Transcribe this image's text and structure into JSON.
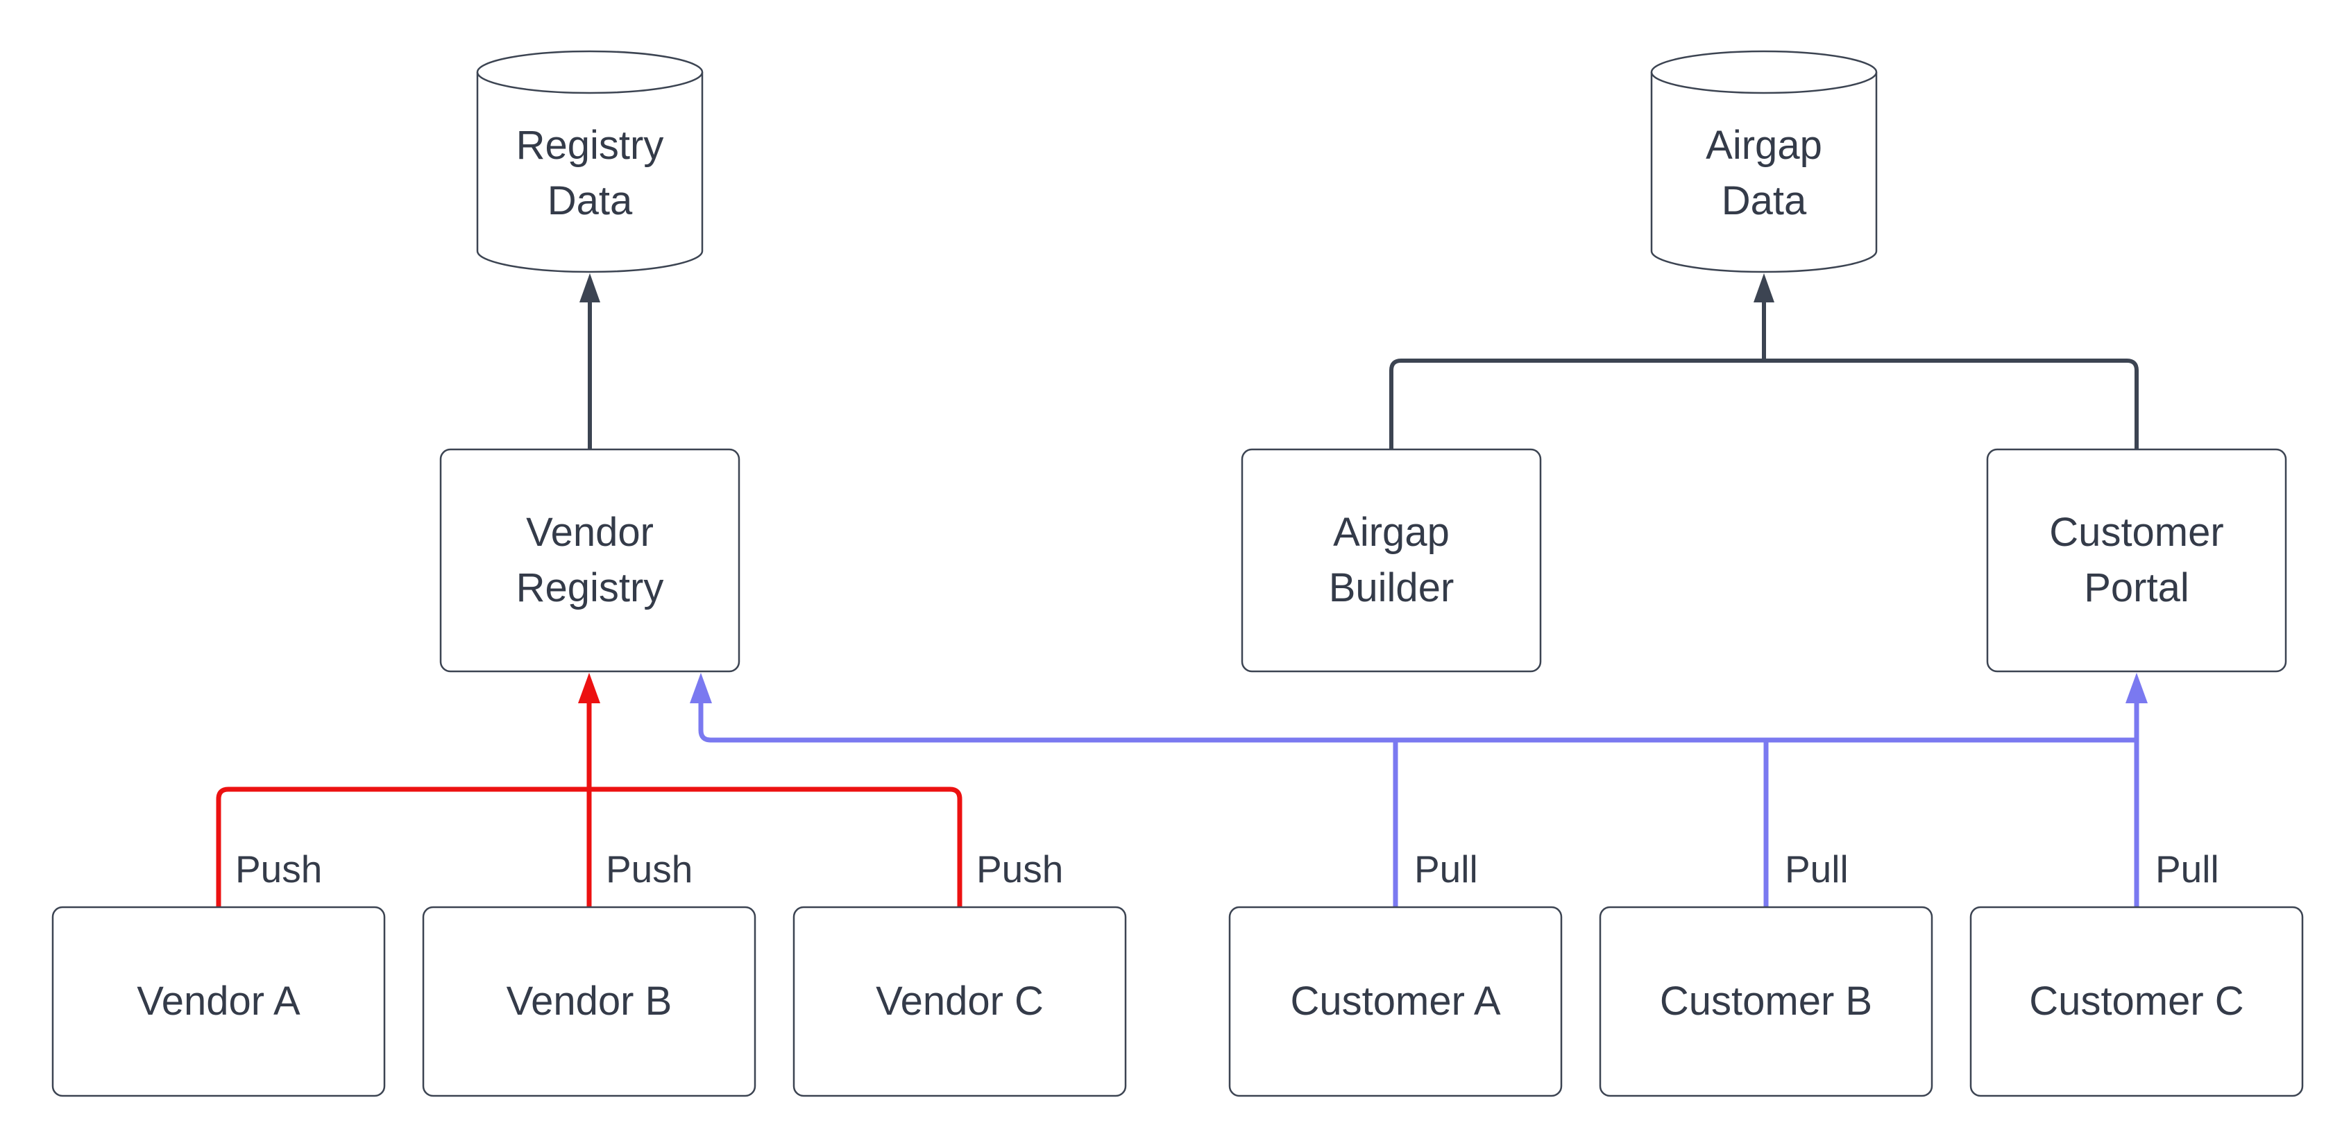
{
  "diagram": {
    "colors": {
      "stroke_dark": "#3c4452",
      "stroke_red": "#ec1111",
      "stroke_blue": "#7a79f0",
      "node_fill": "#ffffff",
      "text": "#343b49"
    },
    "datastores": [
      {
        "id": "registry-data",
        "line1": "Registry",
        "line2": "Data"
      },
      {
        "id": "airgap-data",
        "line1": "Airgap",
        "line2": "Data"
      }
    ],
    "services": [
      {
        "id": "vendor-registry",
        "line1": "Vendor",
        "line2": "Registry"
      },
      {
        "id": "airgap-builder",
        "line1": "Airgap",
        "line2": "Builder"
      },
      {
        "id": "customer-portal",
        "line1": "Customer",
        "line2": "Portal"
      }
    ],
    "actors": [
      {
        "id": "vendor-a",
        "label": "Vendor A"
      },
      {
        "id": "vendor-b",
        "label": "Vendor B"
      },
      {
        "id": "vendor-c",
        "label": "Vendor C"
      },
      {
        "id": "customer-a",
        "label": "Customer A"
      },
      {
        "id": "customer-b",
        "label": "Customer B"
      },
      {
        "id": "customer-c",
        "label": "Customer C"
      }
    ],
    "edges": [
      {
        "from": "Vendor A",
        "to": "Vendor Registry",
        "label": "Push",
        "color": "#ec1111"
      },
      {
        "from": "Vendor B",
        "to": "Vendor Registry",
        "label": "Push",
        "color": "#ec1111"
      },
      {
        "from": "Vendor C",
        "to": "Vendor Registry",
        "label": "Push",
        "color": "#ec1111"
      },
      {
        "from": "Customer A",
        "to": "Customer Portal",
        "label": "Pull",
        "color": "#7a79f0"
      },
      {
        "from": "Customer B",
        "to": "Customer Portal",
        "label": "Pull",
        "color": "#7a79f0"
      },
      {
        "from": "Customer C",
        "to": "Customer Portal",
        "label": "Pull",
        "color": "#7a79f0"
      },
      {
        "from": "Customers",
        "to": "Vendor Registry",
        "label": "",
        "color": "#7a79f0"
      },
      {
        "from": "Vendor Registry",
        "to": "Registry Data",
        "label": "",
        "color": "#3c4452"
      },
      {
        "from": "Airgap Builder",
        "to": "Airgap Data",
        "label": "",
        "color": "#3c4452"
      },
      {
        "from": "Customer Portal",
        "to": "Airgap Data",
        "label": "",
        "color": "#3c4452"
      }
    ]
  }
}
